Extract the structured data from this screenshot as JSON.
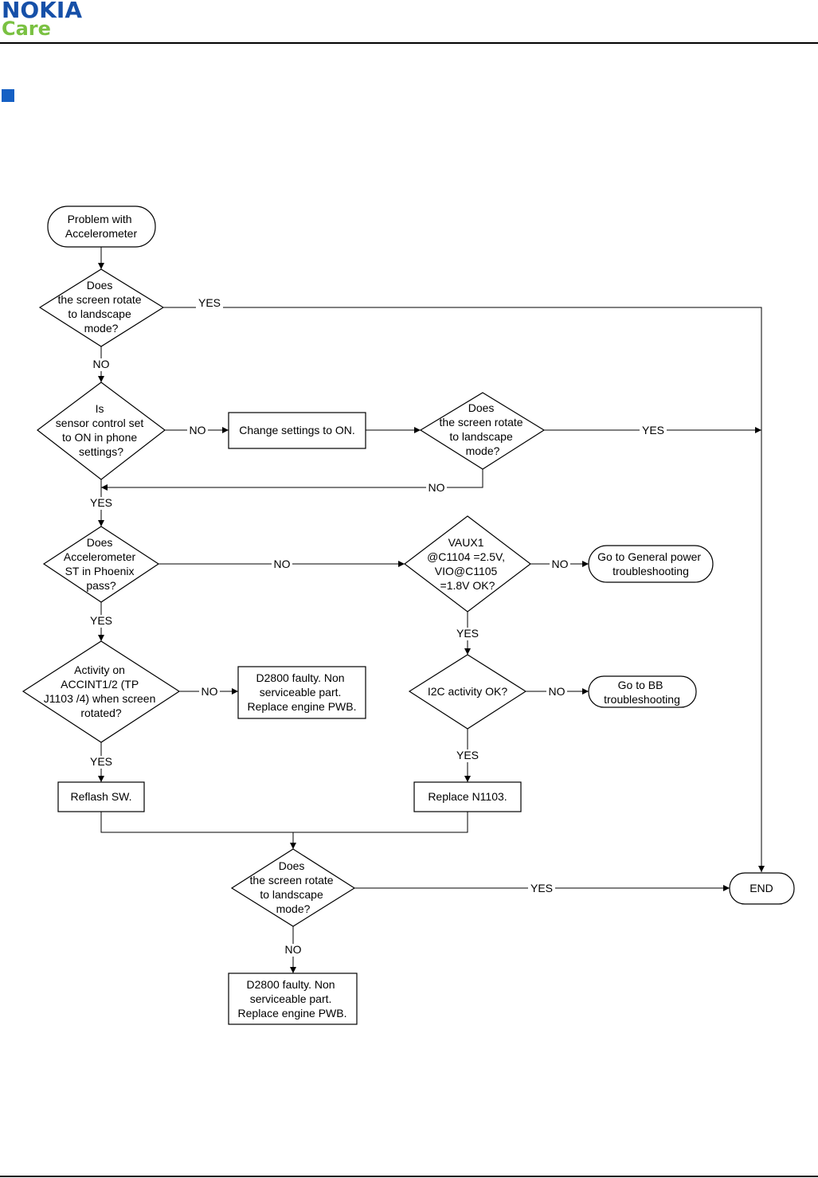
{
  "header": {
    "brand": "NOKIA",
    "subbrand": "Care",
    "brand_color": "#1650a8",
    "subbrand_color": "#7ac142",
    "marker_color": "#1560c4"
  },
  "flowchart": {
    "start": [
      "Problem with",
      "Accelerometer"
    ],
    "d1": [
      "Does",
      "the screen rotate",
      "to landscape",
      "mode?"
    ],
    "d2": [
      "Is",
      "sensor control set",
      "to ON in phone",
      "settings?"
    ],
    "p_change": [
      "Change settings to ON."
    ],
    "d3": [
      "Does",
      "the screen rotate",
      "to landscape",
      "mode?"
    ],
    "d4": [
      "Does",
      "Accelerometer",
      "ST in Phoenix",
      "pass?"
    ],
    "d5": [
      "VAUX1",
      "@C1104 =2.5V,",
      "VIO@C1105",
      "=1.8V OK?"
    ],
    "t_power": [
      "Go to General power",
      "troubleshooting"
    ],
    "d6": [
      "Activity on",
      "ACCINT1/2 (TP",
      "J1103 /4) when screen",
      "rotated?"
    ],
    "p_d2800_a": [
      "D2800 faulty. Non",
      "serviceable part.",
      "Replace engine PWB."
    ],
    "d7": [
      "I2C activity OK?"
    ],
    "t_bb": [
      "Go to BB",
      "troubleshooting"
    ],
    "p_reflash": [
      "Reflash SW."
    ],
    "p_replace": [
      "Replace N1103."
    ],
    "d8": [
      "Does",
      "the screen rotate",
      "to landscape",
      "mode?"
    ],
    "t_end": [
      "END"
    ],
    "p_d2800_b": [
      "D2800 faulty. Non",
      "serviceable part.",
      "Replace engine PWB."
    ],
    "labels": {
      "yes": "YES",
      "no": "NO"
    }
  }
}
